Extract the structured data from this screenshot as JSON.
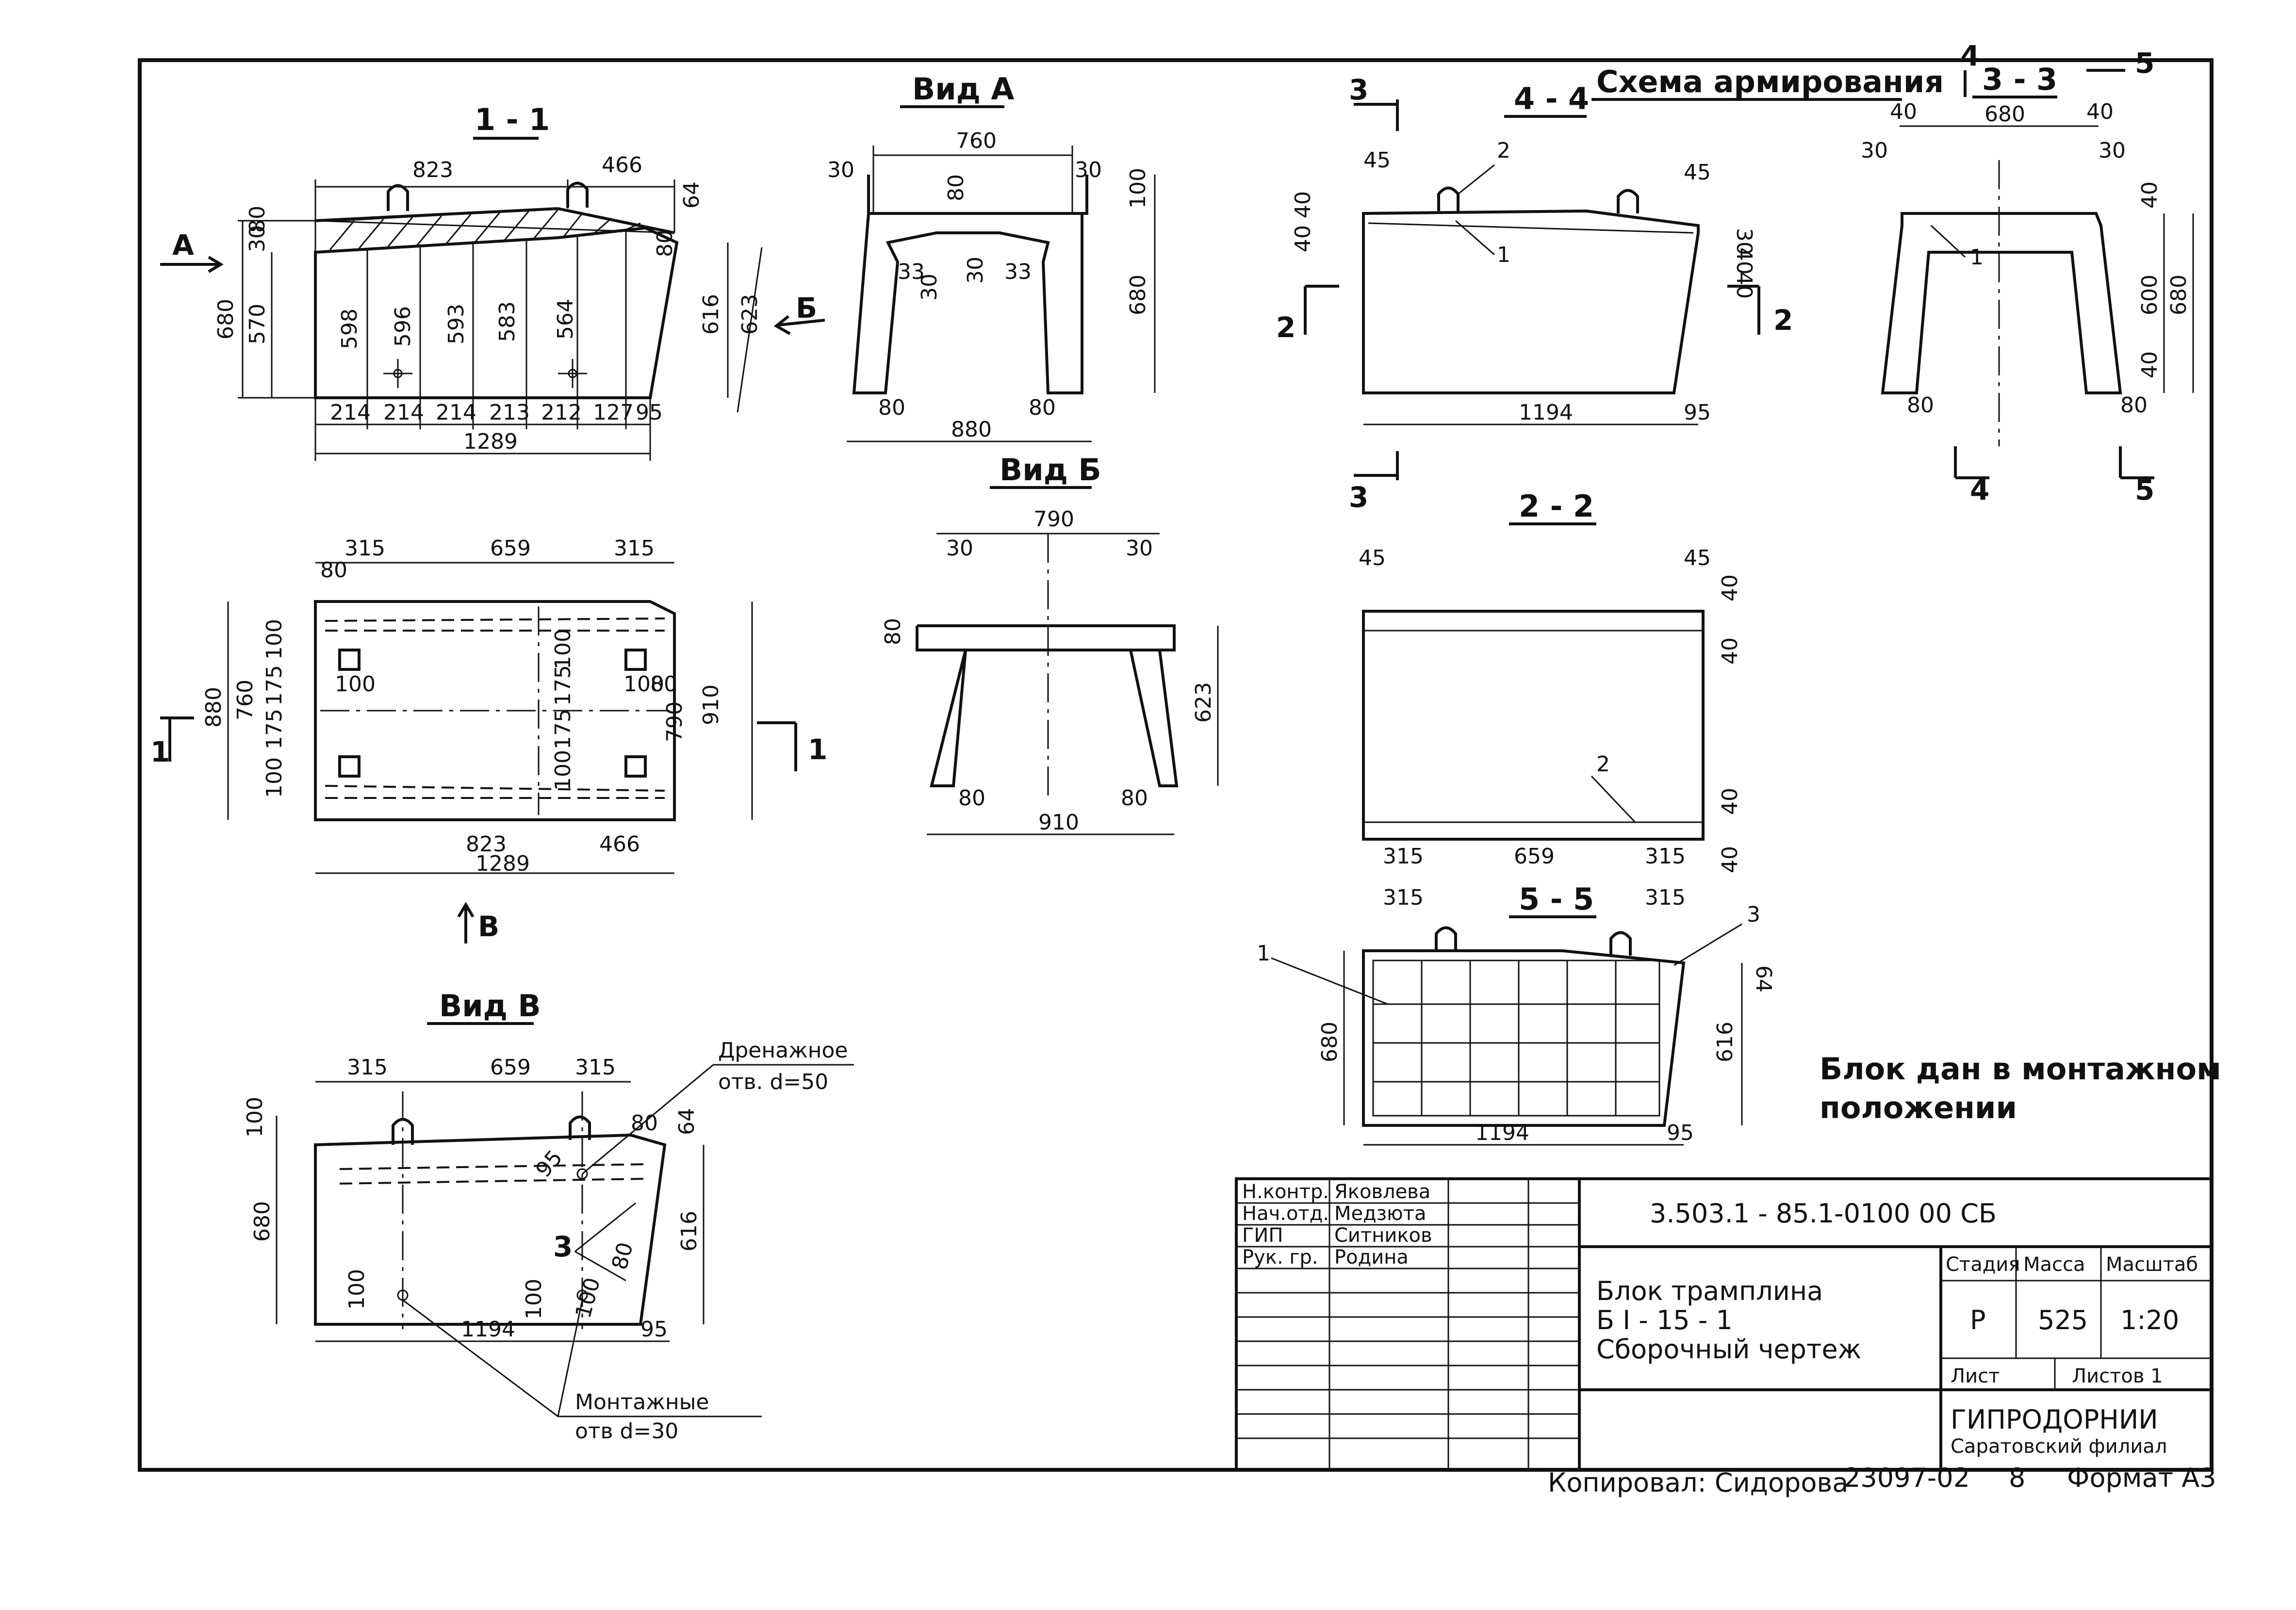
{
  "views": {
    "sec11": {
      "title": "1 - 1",
      "arrow": "А",
      "dims": {
        "top_left": "823",
        "top_right": "466",
        "d64": "64",
        "d30": "30",
        "d80": "80",
        "h680": "680",
        "h570": "570",
        "h616": "616",
        "h623": "623",
        "d80b": "80",
        "h95": "95",
        "col1": "598",
        "col2": "596",
        "col3": "593",
        "col4": "583",
        "col5": "564",
        "b1": "214",
        "b2": "214",
        "b3": "214",
        "b4": "213",
        "b5": "212",
        "b6": "127",
        "total": "1289"
      },
      "arrow_right": "Б"
    },
    "vidA": {
      "title": "Вид А",
      "dims": {
        "w760": "760",
        "l30": "30",
        "r30": "30",
        "d80": "80",
        "d100": "100",
        "d33a": "33",
        "d33b": "33",
        "d30": "30",
        "d30b": "30",
        "h680": "680",
        "l80": "80",
        "r80": "80",
        "w880": "880"
      }
    },
    "vidB": {
      "title": "Вид Б",
      "dims": {
        "w790": "790",
        "l30": "30",
        "r30": "30",
        "d80": "80",
        "h623": "623",
        "l80": "80",
        "r80": "80",
        "w910": "910"
      }
    },
    "plan": {
      "dims": {
        "t315a": "315",
        "t659": "659",
        "t315b": "315",
        "d80": "80",
        "h880": "880",
        "h760": "760",
        "s100a": "100",
        "s175a": "175",
        "s175b": "175",
        "s100b": "100",
        "c100a": "100",
        "c100b": "100",
        "r100": "100",
        "r175a": "175",
        "r175b": "175",
        "r100b": "100",
        "c100c": "100",
        "c80": "80",
        "h790": "790",
        "h910": "910",
        "b823": "823",
        "b466": "466",
        "b1289": "1289"
      },
      "cut_left": "1",
      "cut_right": "1",
      "arrow_bottom": "В"
    },
    "vidV": {
      "title": "Вид В",
      "drain_label": "Дренажное",
      "drain_hole": "отв. d=50",
      "mount_label": "Монтажные",
      "mount_hole": "отв d=30",
      "dims": {
        "t315a": "315",
        "t659": "659",
        "t315b": "315",
        "h100": "100",
        "h680": "680",
        "d80": "80",
        "d64": "64",
        "d95a": "95",
        "h616": "616",
        "mark3": "3",
        "d80b": "80",
        "b100": "100",
        "b100b": "100",
        "b100c": "100",
        "b1194": "1194",
        "b95": "95"
      }
    },
    "sec44": {
      "title": "4 - 4",
      "subtitle": "Схема армирования",
      "cut3": "3",
      "cut3b": "3",
      "cut2l": "2",
      "cut2r": "2",
      "dims": {
        "d45a": "45",
        "d45b": "45",
        "d40a": "40",
        "d40b": "40",
        "d40c": "40",
        "d40d": "40",
        "d30": "30",
        "mark1": "1",
        "mark2": "2",
        "b1194": "1194",
        "b95": "95"
      }
    },
    "sec33": {
      "title": "3 - 3",
      "cut4": "4",
      "cut5": "5",
      "cut5t": "5",
      "cut4t": "4",
      "dims": {
        "w680": "680",
        "l40": "40",
        "r40": "40",
        "l30": "30",
        "r30": "30",
        "d40": "40",
        "h600": "600",
        "h680": "680",
        "d40b": "40",
        "l80": "80",
        "r80": "80",
        "mark1": "1"
      }
    },
    "sec22": {
      "title": "2 - 2",
      "dims": {
        "d45a": "45",
        "d45b": "45",
        "d40a": "40",
        "d40b": "40",
        "d40c": "40",
        "d40d": "40",
        "mark2": "2",
        "b315a": "315",
        "b659": "659",
        "b315b": "315"
      }
    },
    "sec55": {
      "title": "5 - 5",
      "dims": {
        "t315a": "315",
        "t315b": "315",
        "mark1": "1",
        "mark3": "3",
        "d64": "64",
        "h680": "680",
        "h616": "616",
        "b1194": "1194",
        "b95": "95"
      }
    },
    "note": {
      "line1": "Блок дан в монтажном",
      "line2": "положении"
    }
  },
  "title_block": {
    "doc_code": "3.503.1 - 85.1-0100 00 СБ",
    "roles": [
      {
        "role": "Н.контр.",
        "name": "Яковлева"
      },
      {
        "role": "Нач.отд.",
        "name": "Медзюта"
      },
      {
        "role": "ГИП",
        "name": "Ситников"
      },
      {
        "role": "Рук. гр.",
        "name": "Родина"
      }
    ],
    "title_line1": "Блок трамплина",
    "title_line2": "Б I - 15 - 1",
    "title_line3": "Сборочный чертеж",
    "stage_h": "Стадия",
    "mass_h": "Масса",
    "scale_h": "Масштаб",
    "stage": "Р",
    "mass": "525",
    "scale": "1:20",
    "sheet_h": "Лист",
    "sheets_h": "Листов 1",
    "org1": "ГИПРОДОРНИИ",
    "org2": "Саратовский филиал"
  },
  "footer": {
    "copied": "Копировал: Сидорова",
    "num": "23097-02",
    "n8": "8",
    "format": "Формат А3"
  },
  "colors": {
    "ink": "#111111",
    "paper": "#ffffff"
  }
}
